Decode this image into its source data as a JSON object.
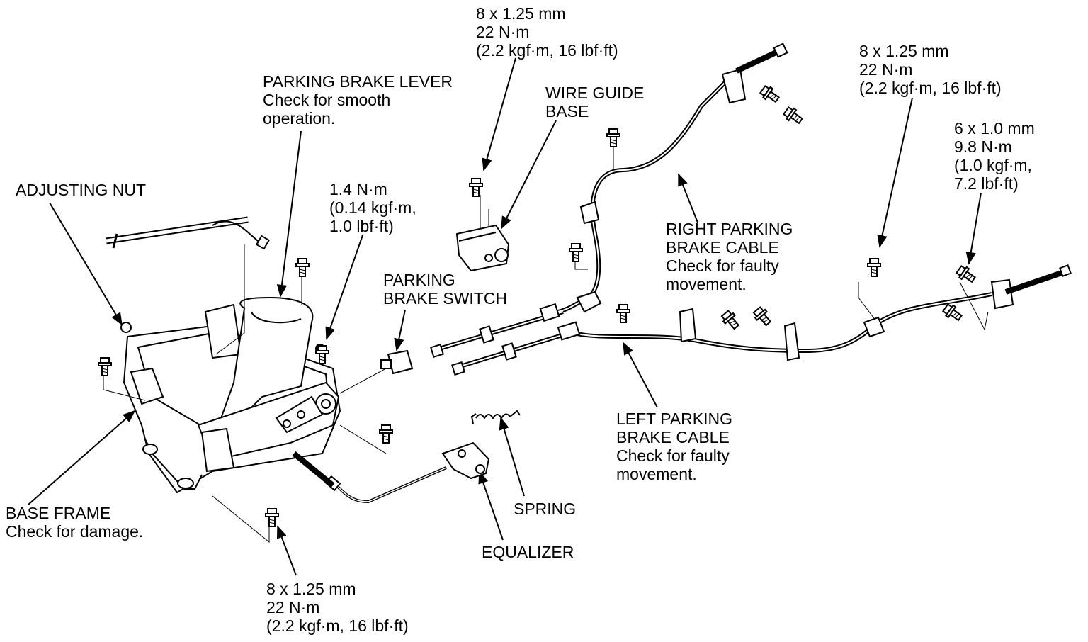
{
  "colors": {
    "ink": "#000000",
    "background": "#ffffff"
  },
  "labels": {
    "torque_top_center": {
      "size": "8 x 1.25 mm",
      "torque": "22 N·m",
      "alt": "(2.2 kgf·m, 16 lbf·ft)"
    },
    "wire_guide_base": {
      "line1": "WIRE GUIDE",
      "line2": "BASE"
    },
    "parking_brake_lever": {
      "line1": "PARKING BRAKE LEVER",
      "line2": "Check for smooth",
      "line3": "operation."
    },
    "adjusting_nut": {
      "line1": "ADJUSTING NUT"
    },
    "torque_switch": {
      "torque": "1.4 N·m",
      "alt1": "(0.14 kgf·m,",
      "alt2": "1.0 lbf·ft)"
    },
    "parking_brake_switch": {
      "line1": "PARKING",
      "line2": "BRAKE SWITCH"
    },
    "torque_top_right": {
      "size": "8 x 1.25 mm",
      "torque": "22 N·m",
      "alt": "(2.2 kgf·m, 16 lbf·ft)"
    },
    "torque_far_right": {
      "size": "6 x 1.0 mm",
      "torque": "9.8 N·m",
      "alt1": "(1.0 kgf·m,",
      "alt2": "7.2 lbf·ft)"
    },
    "right_cable": {
      "line1": "RIGHT PARKING",
      "line2": "BRAKE CABLE",
      "line3": "Check for faulty",
      "line4": "movement."
    },
    "left_cable": {
      "line1": "LEFT PARKING",
      "line2": "BRAKE CABLE",
      "line3": "Check for faulty",
      "line4": "movement."
    },
    "spring": {
      "line1": "SPRING"
    },
    "equalizer": {
      "line1": "EQUALIZER"
    },
    "base_frame": {
      "line1": "BASE FRAME",
      "line2": "Check for damage."
    },
    "torque_bottom": {
      "size": "8 x 1.25 mm",
      "torque": "22 N·m",
      "alt": "(2.2 kgf·m, 16 lbf·ft)"
    }
  }
}
